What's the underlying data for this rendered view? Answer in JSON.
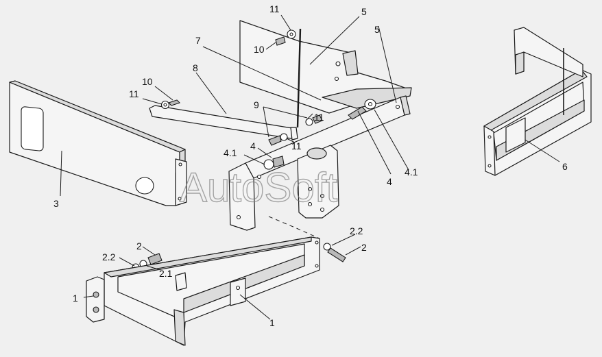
{
  "watermark": "AutoSoft",
  "callouts": {
    "frame_bottom": "1",
    "plate_left": "1",
    "bolt_right": "2",
    "bolt_left": "2",
    "washer_right": "2.2",
    "washer_left": "2.2",
    "nut_left": "2.1",
    "bracket_left": "3",
    "bolt_center": "4",
    "bolt_beam": "4",
    "washer_center": "4.1",
    "washer_beam": "4.1",
    "bracket_top": "5",
    "frame_right": "6",
    "plate_top_lead": "7",
    "strap": "8",
    "nut_center": "9",
    "bolt_strap": "10",
    "bolt_top": "10",
    "washer_strap": "11",
    "washer_top": "11",
    "washer_mid1": "11",
    "washer_mid2": "11"
  }
}
